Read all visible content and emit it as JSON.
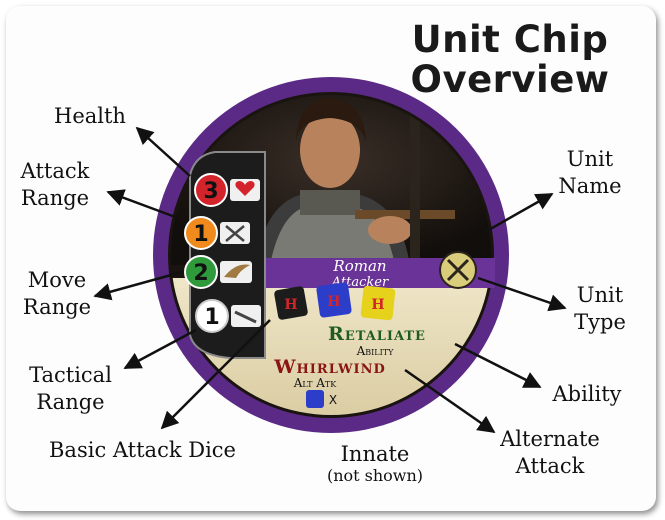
{
  "title": {
    "line1": "Unit Chip",
    "line2": "Overview"
  },
  "callouts": {
    "health": "Health",
    "attack_range": [
      "Attack",
      "Range"
    ],
    "move_range": [
      "Move",
      "Range"
    ],
    "tactical_range": [
      "Tactical",
      "Range"
    ],
    "basic_attack_dice": "Basic Attack Dice",
    "innate": "Innate",
    "innate_note": "(not shown)",
    "unit_name": [
      "Unit",
      "Name"
    ],
    "unit_type": [
      "Unit",
      "Type"
    ],
    "ability": "Ability",
    "alternate_attack": [
      "Alternate",
      "Attack"
    ]
  },
  "chip": {
    "unit_name": "Roman",
    "unit_type_text": "Attacker",
    "stats": {
      "health": "3",
      "attack_range": "1",
      "move_range": "2",
      "tactical_range": "1"
    },
    "dice_letter": "H",
    "ability_name": "Retaliate",
    "ability_label": "Ability",
    "alt_attack_name": "Whirlwind",
    "alt_attack_label": "Alt Atk",
    "alt_attack_multiplier": "X"
  },
  "colors": {
    "ring": "#5b2a86",
    "health": "#d3242b",
    "attack": "#f08a1c",
    "move": "#2f9a3c",
    "tactical": "#ffffff",
    "ability_text": "#1f5c1f",
    "alt_attack_text": "#8a1414",
    "die_black": "#1c1c1c",
    "die_blue": "#2c3ec9",
    "die_yellow": "#e6d21a"
  }
}
